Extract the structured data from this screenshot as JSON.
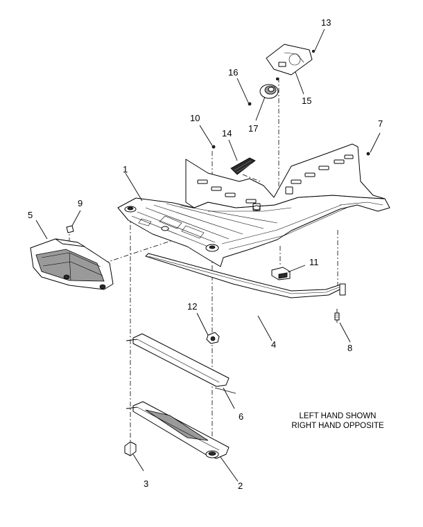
{
  "callouts": {
    "c1": "1",
    "c2": "2",
    "c3": "3",
    "c4": "4",
    "c5": "5",
    "c6": "6",
    "c7": "7",
    "c8": "8",
    "c9": "9",
    "c10": "10",
    "c11": "11",
    "c12": "12",
    "c13": "13",
    "c14": "14",
    "c15": "15",
    "c16": "16",
    "c17": "17"
  },
  "note": {
    "line1": "LEFT HAND SHOWN",
    "line2": "RIGHT HAND OPPOSITE"
  }
}
